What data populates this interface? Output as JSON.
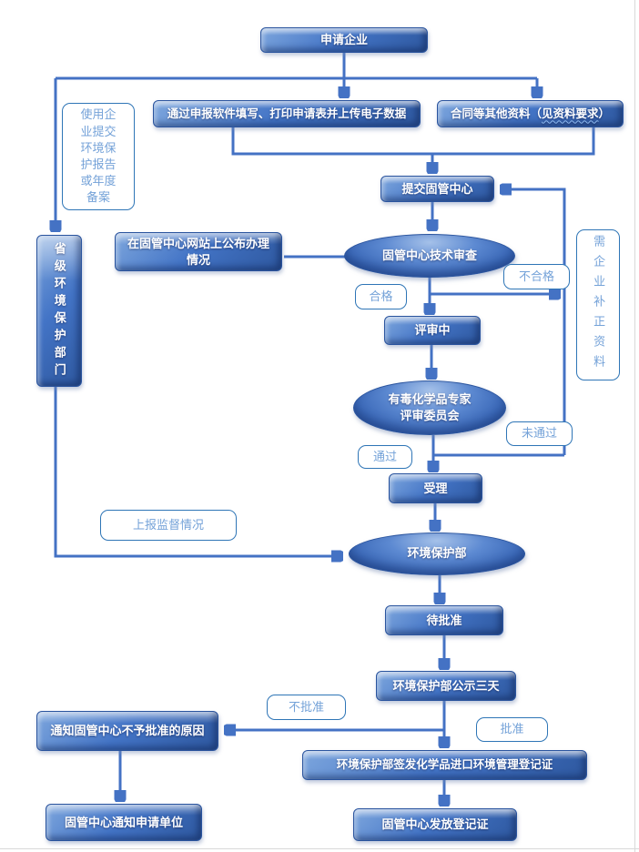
{
  "flowchart": {
    "nodes": {
      "apply_company": "申请企业",
      "fill_form": "通过申报软件填写、打印申请表并上传电子数据",
      "contract_prefix": "合同等其他资料（",
      "contract_req": "见资料要求",
      "contract_suffix": "）",
      "submit_center": "提交固管中心",
      "publish_status": "在固管中心网站上公布办理情况",
      "tech_review": "固管中心技术审查",
      "under_review": "评审中",
      "expert_line1": "有毒化学品专家",
      "expert_line2": "评审委员会",
      "accept": "受理",
      "mep": "环境保护部",
      "pending": "待批准",
      "notice_3days": "环境保护部公示三天",
      "reject_reason": "通知固管中心不予批准的原因",
      "issue_cert": "环境保护部签发化学品进口环境管理登记证",
      "notify_applicant": "固管中心通知申请单位",
      "issue_reg": "固管中心发放登记证",
      "provincial": "省级环境保护部门",
      "use_note": "使用企业提交环境保护报告或年度备案",
      "supplement": "需企业补正资料"
    },
    "labels": {
      "qualified": "合格",
      "unqualified": "不合格",
      "passed": "通过",
      "not_passed": "未通过",
      "report": "上报监督情况",
      "not_approved": "不批准",
      "approved": "批准"
    },
    "colors": {
      "node_fill": "#4472C4",
      "node_border": "#2A549E",
      "arrow": "#4472C4",
      "callout_border": "#2E75B6",
      "callout_text": "#74A2D8"
    }
  }
}
